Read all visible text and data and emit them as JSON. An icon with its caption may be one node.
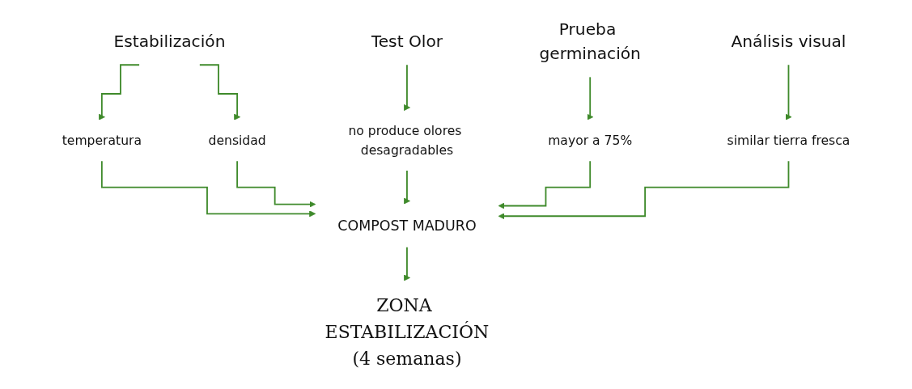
{
  "diagram": {
    "nodes": [
      {
        "text": [
          "Estabilización"
        ]
      },
      {
        "text": [
          "Test Olor"
        ]
      },
      {
        "text": [
          "Prueba germinación"
        ]
      },
      {
        "text": [
          "Análisis visual"
        ]
      },
      {
        "text": [
          "temperatura"
        ]
      },
      {
        "text": [
          "densidad"
        ]
      },
      {
        "text": [
          "no produce olores desagradables"
        ]
      },
      {
        "text": [
          "mayor a 75%"
        ]
      },
      {
        "text": [
          "similar tierra fresca"
        ]
      },
      {
        "text": [
          "COMPOST MADURO"
        ]
      },
      {
        "text": [
          "ZONA ESTABILIZACIÓN"
        ],
        "beside": [
          "(4 semanas)"
        ]
      }
    ],
    "edges": [
      {
        "from": 0,
        "to": 4,
        "arrow": "to"
      },
      {
        "from": 0,
        "to": 5,
        "arrow": "to"
      },
      {
        "from": 1,
        "to": 6,
        "arrow": "to"
      },
      {
        "from": 2,
        "to": 7,
        "arrow": "to"
      },
      {
        "from": 3,
        "to": 8,
        "arrow": "to"
      },
      {
        "from": 4,
        "to": 9,
        "arrow": "to"
      },
      {
        "from": 5,
        "to": 9,
        "arrow": "to"
      },
      {
        "from": 6,
        "to": 9,
        "arrow": "to"
      },
      {
        "from": 7,
        "to": 9,
        "arrow": "to"
      },
      {
        "from": 8,
        "to": 9,
        "arrow": "to"
      },
      {
        "from": 9,
        "to": 10,
        "arrow": "to"
      }
    ]
  }
}
